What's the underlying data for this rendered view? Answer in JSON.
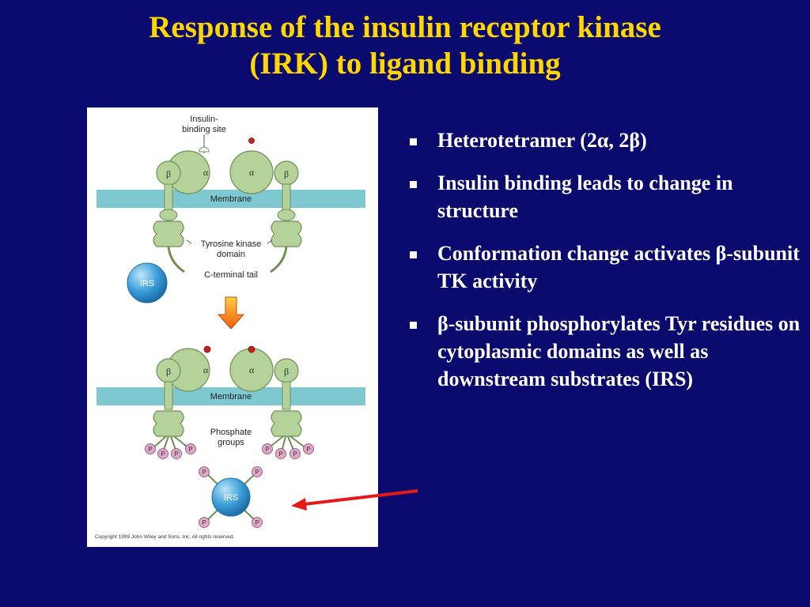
{
  "title": {
    "line1": "Response of the insulin receptor kinase",
    "line2": "(IRK) to ligand binding"
  },
  "bullets": [
    "Heterotetramer (2α, 2β)",
    "Insulin binding leads to change in structure",
    "Conformation change activates β-subunit TK activity",
    " β-subunit phosphorylates Tyr residues on cytoplasmic domains as well as downstream substrates (IRS)"
  ],
  "figure": {
    "insulin_binding_site": [
      "Insulin-",
      "binding site"
    ],
    "membrane": "Membrane",
    "tyrosine_kinase_domain": [
      "Tyrosine kinase",
      "domain"
    ],
    "c_terminal_tail": "C-terminal tail",
    "irs": "IRS",
    "alpha": "α",
    "beta": "β",
    "phosphate_groups": [
      "Phosphate",
      "groups"
    ],
    "p": "P",
    "copyright": "Copyright 1999 John Wiley and Sons, Inc. All rights reserved."
  },
  "colors": {
    "background": "#0a0a6e",
    "title": "#ffd600",
    "bullet_text": "#ffffff",
    "membrane": "#7ec8d2",
    "receptor": "#b5d29a",
    "irs": "#3a9ed8",
    "phosphate": "#e0a8c8",
    "arrow_down": "#f07a20",
    "arrow_red": "#e81818"
  }
}
